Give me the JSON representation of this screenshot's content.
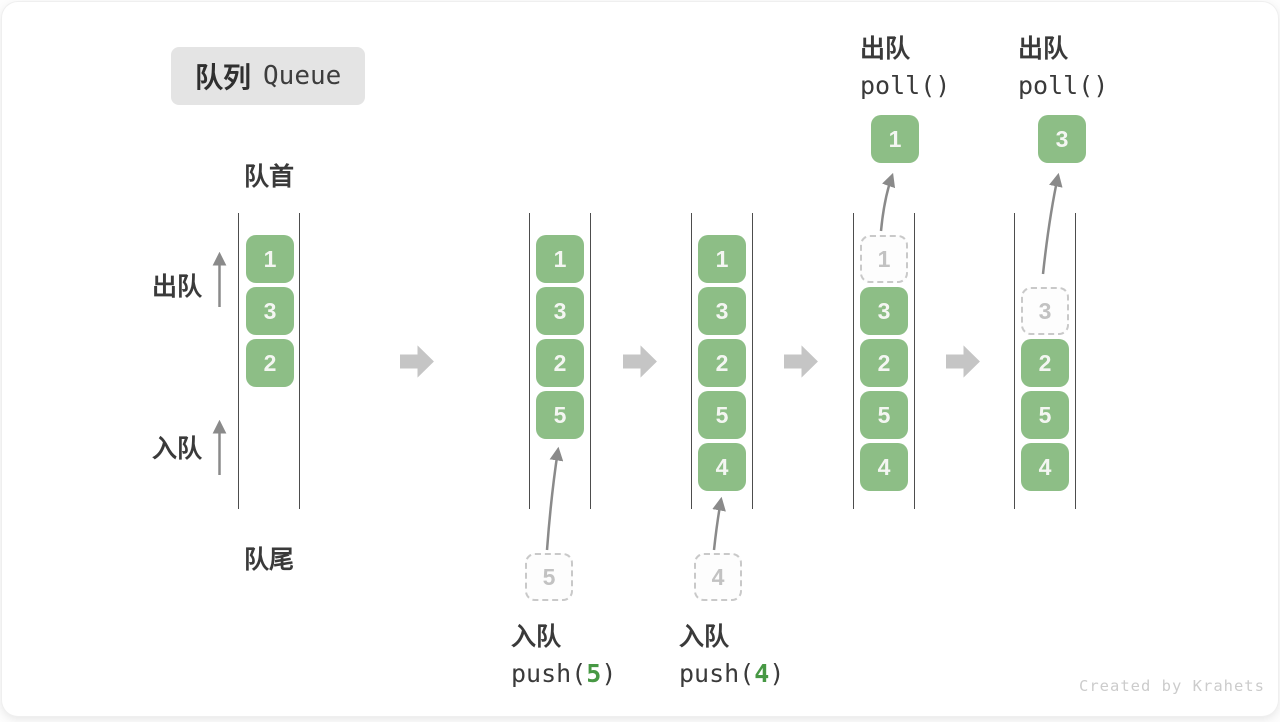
{
  "title": {
    "zh": "队列",
    "en": "Queue"
  },
  "labels": {
    "front": "队首",
    "rear": "队尾",
    "dequeue": "出队",
    "enqueue": "入队"
  },
  "queues": [
    {
      "items": [
        "1",
        "3",
        "2"
      ]
    },
    {
      "items": [
        "1",
        "3",
        "2",
        "5"
      ]
    },
    {
      "items": [
        "1",
        "3",
        "2",
        "5",
        "4"
      ]
    },
    {
      "ghost": "1",
      "items": [
        "3",
        "2",
        "5",
        "4"
      ]
    },
    {
      "ghost": "3",
      "items": [
        "2",
        "5",
        "4"
      ]
    }
  ],
  "push_ops": [
    {
      "label": "入队",
      "fn": "push(",
      "arg": "5",
      "close": ")",
      "ghost": "5"
    },
    {
      "label": "入队",
      "fn": "push(",
      "arg": "4",
      "close": ")",
      "ghost": "4"
    }
  ],
  "poll_ops": [
    {
      "label": "出队",
      "code": "poll()",
      "result": "1"
    },
    {
      "label": "出队",
      "code": "poll()",
      "result": "3"
    }
  ],
  "watermark": "Created by Krahets",
  "colors": {
    "box_green": "#8dbe86",
    "code_green": "#479844",
    "arrow_block_gray": "#c5c5c5",
    "arrow_line_gray": "#8a8a8a",
    "wall_gray": "#4d4d4d",
    "ink": "#3a3a3a",
    "badge_bg": "#e4e4e4",
    "ghost_border": "#c9c9c9",
    "ghost_text": "#c2c2c2",
    "watermark_gray": "#cccccc"
  }
}
